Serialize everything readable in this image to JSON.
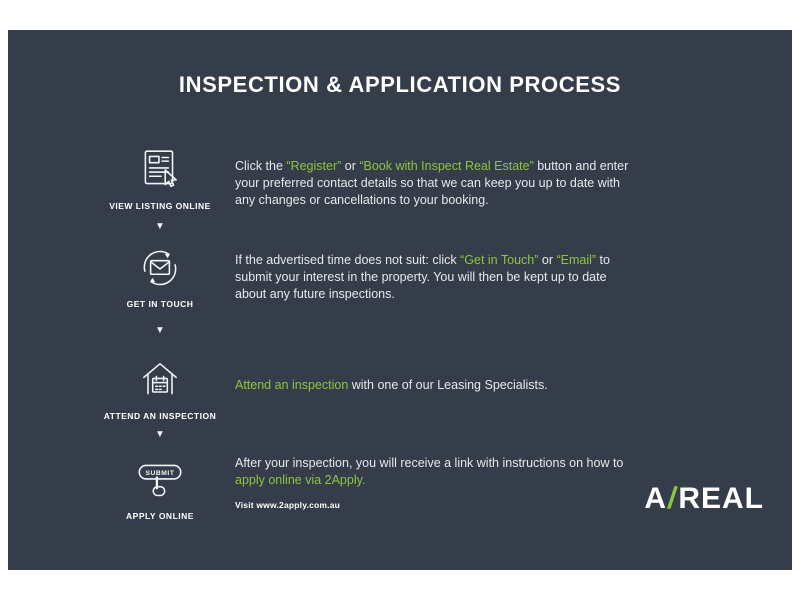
{
  "page": {
    "title": "INSPECTION & APPLICATION PROCESS"
  },
  "colors": {
    "background": "#363D4A",
    "accent_green": "#8CC63F",
    "text": "#E6E8EA"
  },
  "icons": {
    "arrow_glyph": "▼",
    "submit_label": "SUBMIT"
  },
  "steps": [
    {
      "label": "VIEW LISTING ONLINE",
      "icon": "listing-document-icon",
      "segments": [
        {
          "text": "Click the ",
          "highlight": false
        },
        {
          "text": "“Register”",
          "highlight": true
        },
        {
          "text": " or ",
          "highlight": false
        },
        {
          "text": "“Book with Inspect Real Estate”",
          "highlight": true
        },
        {
          "text": " button and enter your preferred contact details so that we can keep you up to date with any changes or cancellations to your booking.",
          "highlight": false
        }
      ]
    },
    {
      "label": "GET IN TOUCH",
      "icon": "email-sync-icon",
      "segments": [
        {
          "text": "If the advertised time does not suit: click ",
          "highlight": false
        },
        {
          "text": "“Get in Touch”",
          "highlight": true
        },
        {
          "text": " or ",
          "highlight": false
        },
        {
          "text": "“Email”",
          "highlight": true
        },
        {
          "text": " to submit your interest in the property. You will then be kept up to date about any future inspections.",
          "highlight": false
        }
      ]
    },
    {
      "label": "ATTEND AN INSPECTION",
      "icon": "house-calendar-icon",
      "segments": [
        {
          "text": "Attend an inspection",
          "highlight": true
        },
        {
          "text": " with one of our Leasing Specialists.",
          "highlight": false
        }
      ]
    },
    {
      "label": "APPLY ONLINE",
      "icon": "submit-hand-icon",
      "segments": [
        {
          "text": "After your inspection, you will receive a link with instructions on how to ",
          "highlight": false
        },
        {
          "text": "apply online via 2Apply.",
          "highlight": true
        }
      ],
      "note": "Visit www.2apply.com.au"
    }
  ],
  "logo": {
    "prefix": "A",
    "slash": "/",
    "suffix": "REAL"
  }
}
